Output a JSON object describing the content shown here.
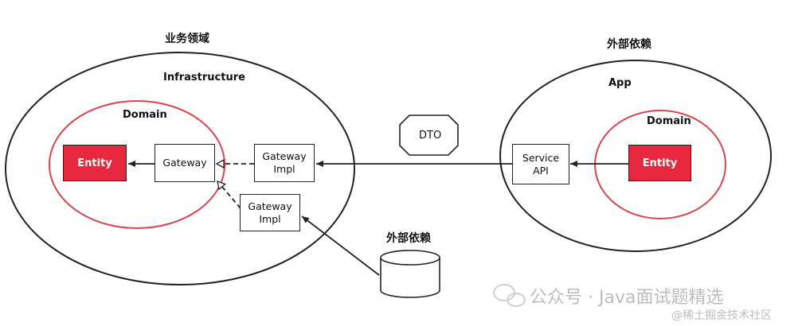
{
  "left_region": {
    "title": "业务领域",
    "outer_label": "Infrastructure",
    "inner_label": "Domain",
    "entity_label": "Entity",
    "gateway_label": "Gateway",
    "gateway_impl_label": "Gateway\nImpl",
    "gateway_impl2_label": "Gateway\nImpl"
  },
  "right_region": {
    "title": "外部依赖",
    "outer_label": "App",
    "inner_label": "Domain",
    "entity_label": "Entity",
    "service_api_label": "Service\nAPI"
  },
  "dto_label": "DTO",
  "database_title": "外部依赖",
  "watermark": {
    "main": "公众号 · Java面试题精选",
    "sub": "@稀土掘金技术社区"
  },
  "colors": {
    "entity_fill": "#e8283f",
    "domain_stroke": "#d64550",
    "outline": "#222222"
  }
}
